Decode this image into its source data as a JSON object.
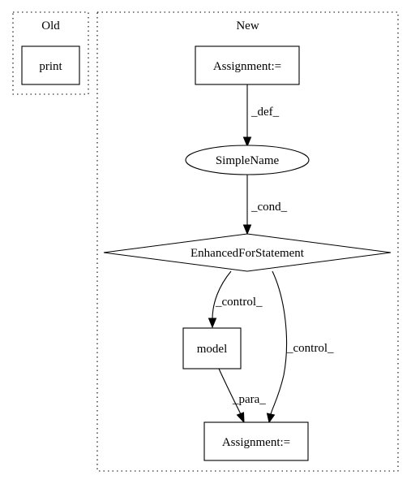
{
  "clusters": {
    "old": {
      "label": "Old"
    },
    "new": {
      "label": "New"
    }
  },
  "nodes": {
    "print": {
      "label": "print",
      "shape": "box"
    },
    "assignment_top": {
      "label": "Assignment:=",
      "shape": "box"
    },
    "simple_name": {
      "label": "SimpleName",
      "shape": "ellipse"
    },
    "enhanced_for": {
      "label": "EnhancedForStatement",
      "shape": "diamond"
    },
    "model": {
      "label": "model",
      "shape": "box"
    },
    "assignment_bottom": {
      "label": "Assignment:=",
      "shape": "box"
    }
  },
  "edges": {
    "def": {
      "from": "assignment_top",
      "to": "simple_name",
      "label": "_def_"
    },
    "cond": {
      "from": "simple_name",
      "to": "enhanced_for",
      "label": "_cond_"
    },
    "control_model": {
      "from": "enhanced_for",
      "to": "model",
      "label": "_control_"
    },
    "control_assign": {
      "from": "enhanced_for",
      "to": "assignment_bottom",
      "label": "_control_"
    },
    "para": {
      "from": "model",
      "to": "assignment_bottom",
      "label": "_para_"
    }
  },
  "colors": {
    "stroke": "#000000",
    "background": "#ffffff"
  }
}
